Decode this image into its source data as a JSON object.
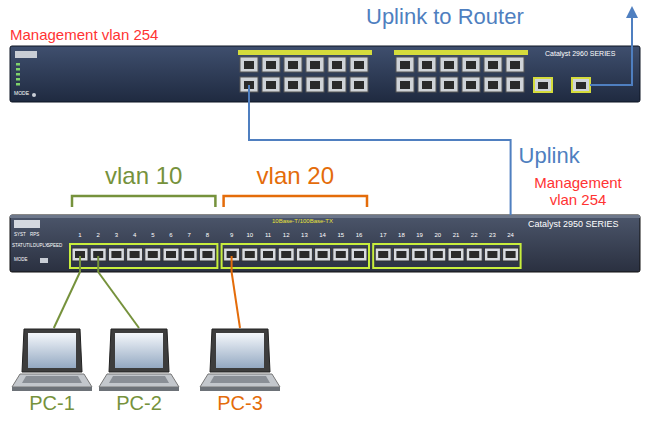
{
  "diagram": {
    "nodes": [
      {
        "text": [
          "Catalyst 2960 SERIES"
        ]
      },
      {
        "text": [
          "10Base-T/100Base-TX",
          "Catalyst 2950 SERIES"
        ]
      },
      {
        "text": [
          "PC-1"
        ]
      },
      {
        "text": [
          "PC-2"
        ]
      },
      {
        "text": [
          "PC-3"
        ]
      }
    ],
    "edges": [
      {
        "from": 1,
        "to": 0,
        "arrow": "none",
        "label": "Uplink"
      },
      {
        "from": 2,
        "to": 1,
        "arrow": "none"
      },
      {
        "from": 3,
        "to": 1,
        "arrow": "none"
      },
      {
        "from": 4,
        "to": 1,
        "arrow": "none"
      }
    ],
    "labels": [
      "Management vlan 254",
      "Uplink to Router",
      "vlan 10",
      "vlan 20",
      "Management vlan 254",
      "1",
      "2",
      "3",
      "4",
      "5",
      "6",
      "7",
      "8",
      "9",
      "10",
      "11",
      "12",
      "13",
      "14",
      "15",
      "16",
      "17",
      "18",
      "19",
      "20",
      "21",
      "22",
      "23",
      "24",
      "SYST",
      "RPS",
      "STAT",
      "UTIL",
      "DUPLX",
      "SPEED",
      "MODE",
      "MODE"
    ]
  }
}
